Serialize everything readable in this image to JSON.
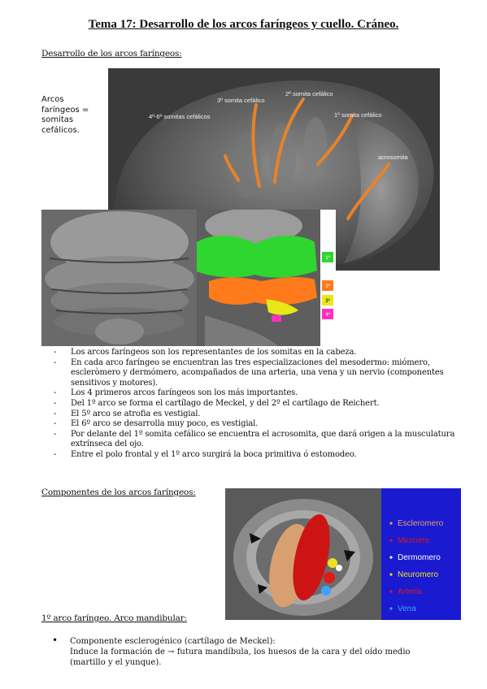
{
  "title": "Tema 17: Desarrollo de los arcos faríngeos y cuello. Cráneo.",
  "section1": {
    "heading": "Desarrollo de los arcos faríngeos:",
    "sidenote": "Arcos faríngeos = somitas cefálicos."
  },
  "image1_labels": {
    "somite2": "2º somita cefálico",
    "somite3": "3º somita cefálico",
    "somite1": "1º somita cefálico",
    "somite46": "4º-6º somitas cefálicos",
    "acrosomite": "acrosomita"
  },
  "image2_labels": [
    "1º",
    "2º",
    "3º",
    "4º"
  ],
  "bullets1": [
    "Los arcos faríngeos son los representantes de los somitas en la cabeza.",
    "En cada arco faríngeo se encuentran las tres especializaciones del mesodermo: miómero, escleròmero y dermómero, acompañados de una arteria, una vena y un nervio (componentes sensitivos y motores).",
    "Los 4 primeros arcos faríngeos son los más importantes.",
    "Del 1º arco se forma el cartílago de Meckel, y del 2º el cartílago de Reichert.",
    "El 5º arco se atrofia es vestigial.",
    "El 6º arco se desarrolla muy poco, es vestigial.",
    "Por delante del 1º somita cefálico se encuentra el acrosomita, que dará origen a la musculatura extrínseca del ojo.",
    "Entre el polo frontal y el 1º arco surgirá la boca primitiva ó estomodeo."
  ],
  "section2": {
    "heading": "Componentes de los arcos faríngeos:"
  },
  "legend": [
    {
      "label": "Escleromero",
      "color": "#e0a070"
    },
    {
      "label": "Miomero",
      "color": "#e01818"
    },
    {
      "label": "Dermomero",
      "color": "#ffffff"
    },
    {
      "label": "Neuromero",
      "color": "#f0e020"
    },
    {
      "label": "Arteria",
      "color": "#e01818"
    },
    {
      "label": "Vena",
      "color": "#40a0ff"
    }
  ],
  "section3": {
    "heading": "1º arco faríngeo. Arco mandibular:"
  },
  "bullets2": [
    {
      "line1": "Componente esclerogénico (cartílago de Meckel):",
      "line2": "Induce la formación de → futura mandíbula, los huesos de la cara y del oído medio (martillo y el yunque)."
    }
  ]
}
